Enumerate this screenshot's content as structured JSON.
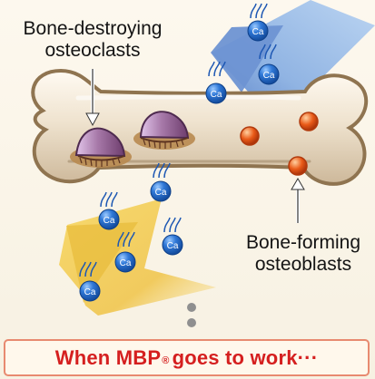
{
  "labels": {
    "osteoclasts_line1": "Bone-destroying",
    "osteoclasts_line2": "osteoclasts",
    "osteoblasts_line1": "Bone-forming",
    "osteoblasts_line2": "osteoblasts"
  },
  "calcium_symbol": "Ca",
  "footer": {
    "prefix": "When MBP",
    "mark": "®",
    "suffix": "goes to work···"
  },
  "colors": {
    "bone": "#efe3cf",
    "bone_shadow": "#9c7f58",
    "blue_arrow": "#87aee2",
    "yellow_arrow": "#f0c64f",
    "calcium_ion": "#2f78d7",
    "osteoblast": "#e95a18",
    "footer_text": "#d51f1f",
    "footer_border": "#e88a70"
  },
  "icons": [
    "osteoclast-cell-icon",
    "osteoblast-cell-icon",
    "calcium-ion-icon",
    "arrow-icon"
  ]
}
